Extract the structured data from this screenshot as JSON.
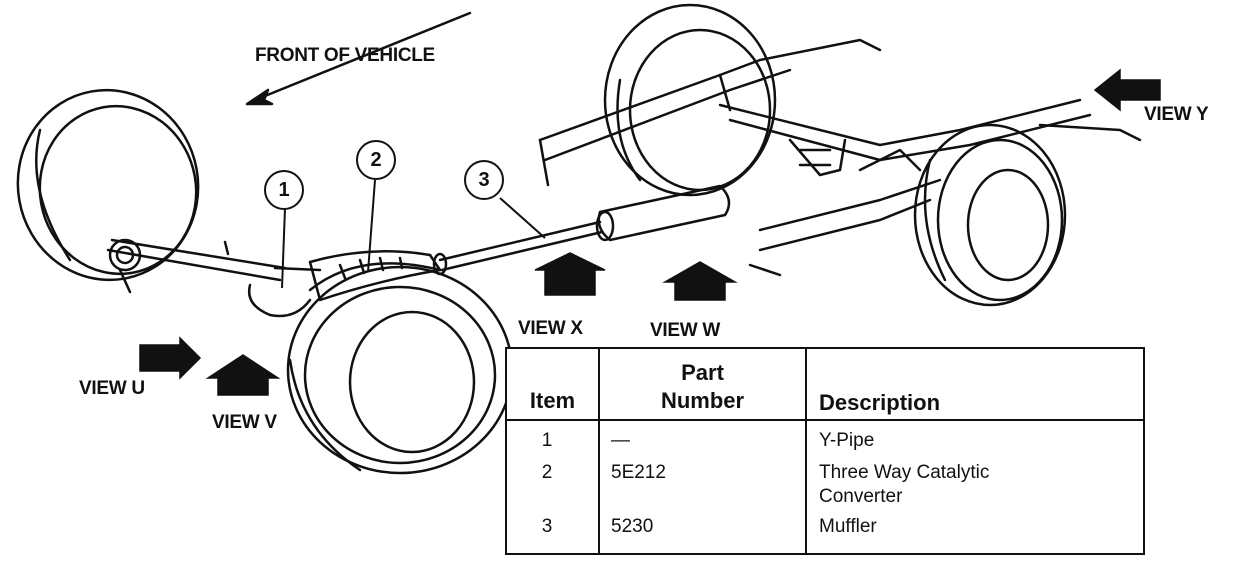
{
  "labels": {
    "front_of_vehicle": "FRONT OF VEHICLE",
    "view_u": "VIEW U",
    "view_v": "VIEW V",
    "view_w": "VIEW W",
    "view_x": "VIEW X",
    "view_y": "VIEW Y"
  },
  "callouts": [
    "1",
    "2",
    "3"
  ],
  "table": {
    "headers": {
      "item": "Item",
      "part_number_line1": "Part",
      "part_number_line2": "Number",
      "description": "Description"
    },
    "rows": [
      {
        "item": "1",
        "part_number": "—",
        "description": "Y-Pipe",
        "description_line2": ""
      },
      {
        "item": "2",
        "part_number": "5E212",
        "description": "Three Way Catalytic",
        "description_line2": "Converter"
      },
      {
        "item": "3",
        "part_number": "5230",
        "description": "Muffler",
        "description_line2": ""
      }
    ]
  }
}
